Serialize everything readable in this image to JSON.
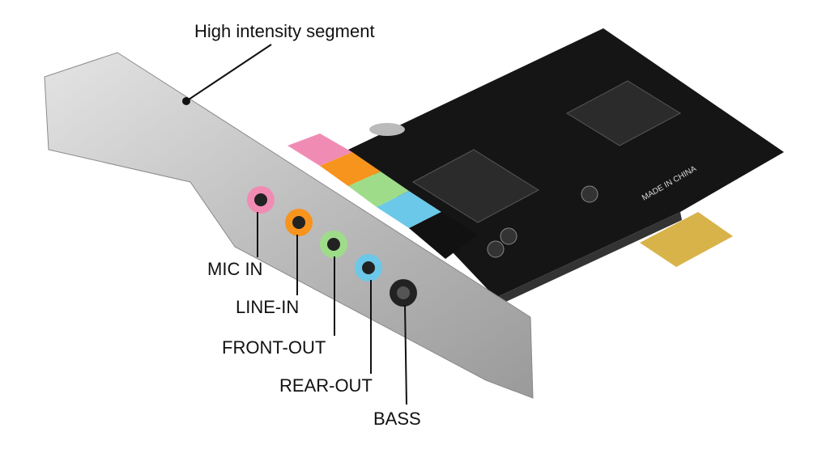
{
  "callouts": {
    "bracket": "High intensity segment",
    "mic_in": "MIC IN",
    "line_in": "LINE-IN",
    "front_out": "FRONT-OUT",
    "rear_out": "REAR-OUT",
    "bass": "BASS"
  },
  "board_print": "MADE IN CHINA",
  "colors": {
    "mic": "#f08cb4",
    "line": "#f7941d",
    "front": "#9fdc8a",
    "rear": "#6cc8e8",
    "bass": "#222222",
    "bracket": "#c9c9c9",
    "pcb": "#151515",
    "gold": "#d8b34a"
  }
}
